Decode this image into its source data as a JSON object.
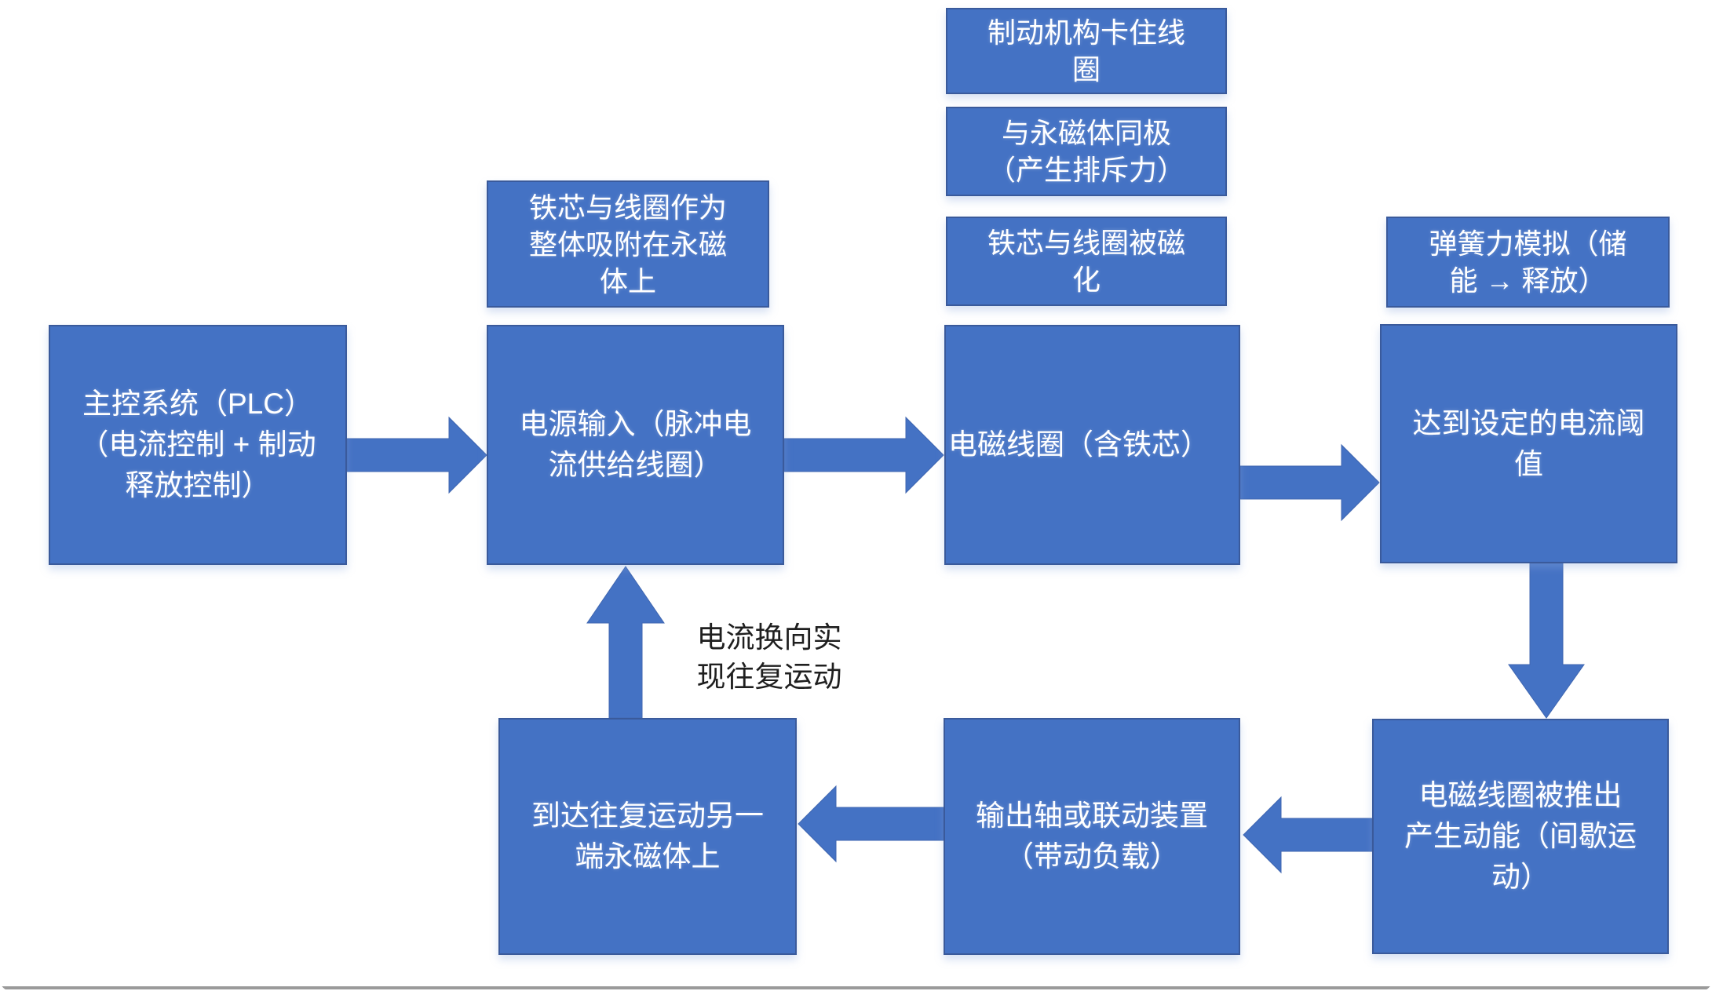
{
  "colors": {
    "box_fill": "#4472C4",
    "box_border": "#3A5A9B",
    "box_text": "#FFFFFF",
    "annotation_text": "#1F1F1F",
    "arrow_fill": "#4472C4",
    "frame_line": "#9A9A9A"
  },
  "boxes": {
    "brake_note": {
      "label": "制动机构卡住线\n圈"
    },
    "same_pole_note": {
      "label": "与永磁体同极\n（产生排斥力）"
    },
    "magnetized_note": {
      "label": "铁芯与线圈被磁\n化"
    },
    "core_attach_note": {
      "label": "铁芯与线圈作为\n整体吸附在永磁\n体上"
    },
    "spring_note": {
      "label": "弹簧力模拟（储\n能 → 释放）"
    },
    "plc": {
      "label": "主控系统（PLC）\n（电流控制 + 制动\n释放控制）"
    },
    "power_input": {
      "label": "电源输入（脉冲电\n流供给线圈）"
    },
    "coil": {
      "label": "电磁线圈（含铁芯）"
    },
    "threshold": {
      "label": "达到设定的电流阈\n值"
    },
    "pushed_out": {
      "label": "电磁线圈被推出\n产生动能（间歇运\n动）"
    },
    "output_shaft": {
      "label": "输出轴或联动装置\n（带动负载）"
    },
    "reach_end": {
      "label": "到达往复运动另一\n端永磁体上"
    }
  },
  "annotations": {
    "current_reversal": "电流换向实\n现往复运动"
  }
}
